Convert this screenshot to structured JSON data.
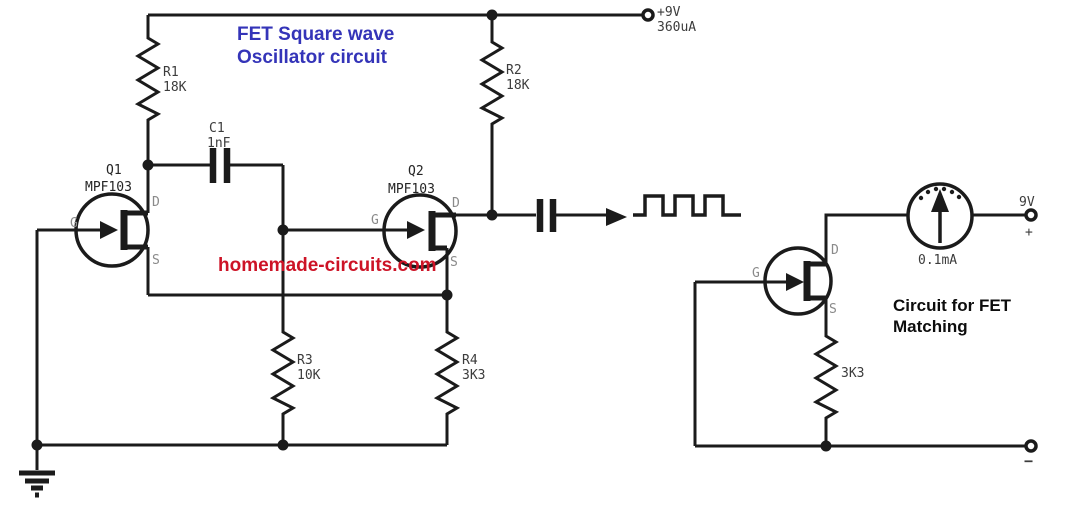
{
  "colors": {
    "line": "#1b1b1b",
    "label": "#3c3c3c",
    "pin": "#8a8a8a",
    "ref": "#242424",
    "title": "#3434b8",
    "watermark": "#cd1326",
    "caption": "#0d0d0d"
  },
  "diagram": {
    "title": {
      "line1": "FET Square wave",
      "line2": "Oscillator circuit"
    },
    "watermark": "homemade-circuits.com",
    "caption": {
      "line1": "Circuit for FET",
      "line2": "Matching"
    },
    "supply": {
      "label": "+9V",
      "current": "360uA"
    },
    "oscillator": {
      "r1": {
        "ref": "R1",
        "value": "18K"
      },
      "r2": {
        "ref": "R2",
        "value": "18K"
      },
      "r3": {
        "ref": "R3",
        "value": "10K"
      },
      "r4": {
        "ref": "R4",
        "value": "3K3"
      },
      "c1": {
        "ref": "C1",
        "value": "1nF"
      },
      "q1": {
        "ref": "Q1",
        "part": "MPF103"
      },
      "q2": {
        "ref": "Q2",
        "part": "MPF103"
      }
    },
    "matching": {
      "source_resistor": {
        "value": "3K3"
      },
      "meter": {
        "value": "0.1mA"
      },
      "battery": {
        "voltage": "9V",
        "positive": "+",
        "negative": "−"
      }
    },
    "pins": {
      "gate": "G",
      "drain": "D",
      "source": "S"
    }
  }
}
